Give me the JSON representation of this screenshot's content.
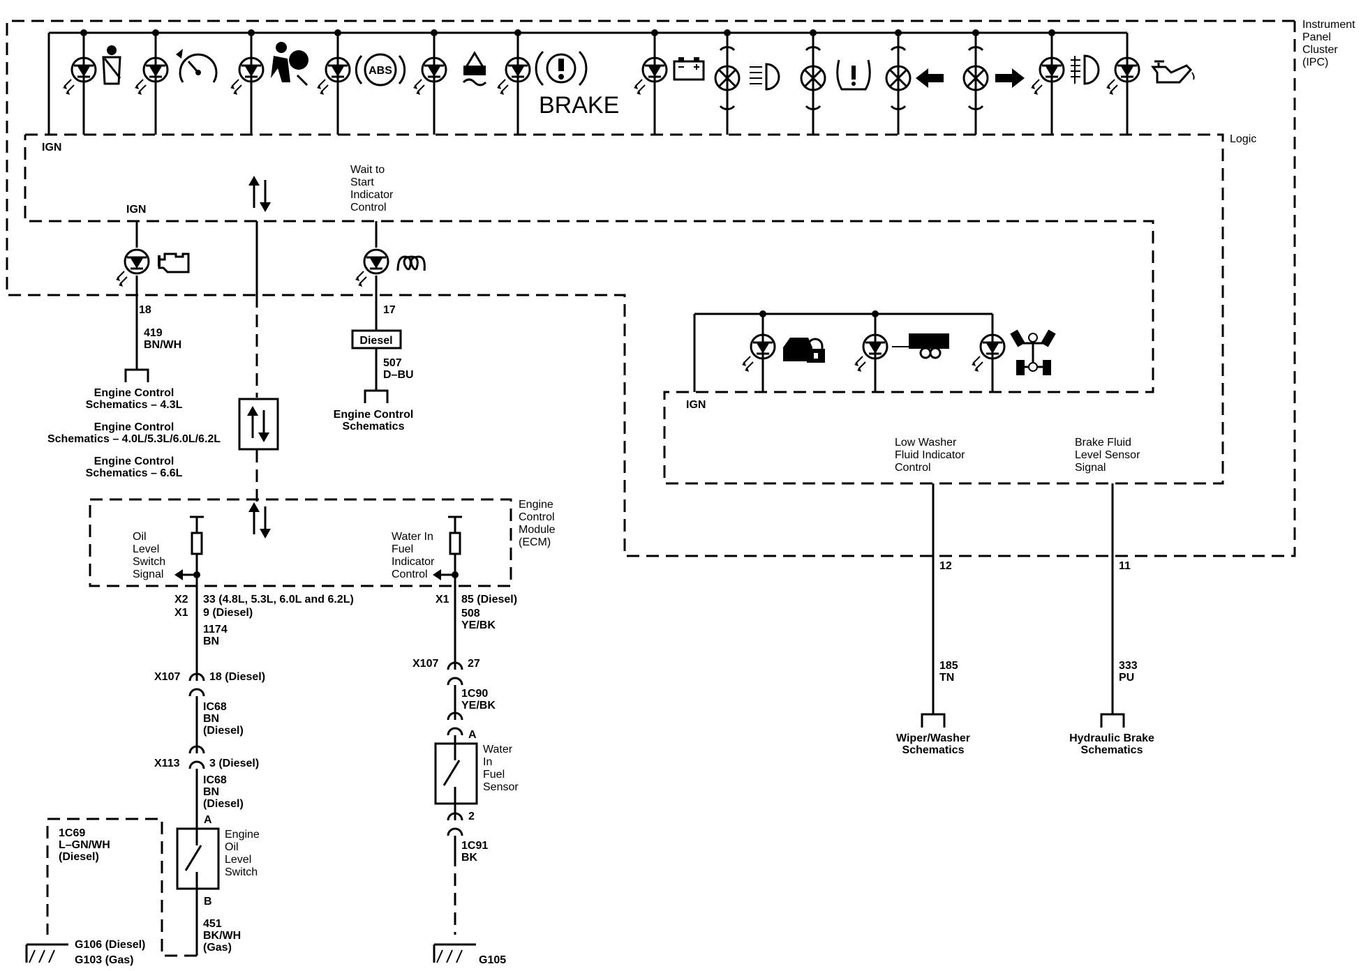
{
  "ipc": {
    "name_lines": [
      "Instrument",
      "Panel",
      "Cluster",
      "(IPC)"
    ],
    "logic": "Logic",
    "ign_top": "IGN",
    "ign_mid": "IGN",
    "ign_right": "IGN",
    "brake_label": "BRAKE",
    "abs_label": "ABS",
    "wts_lines": [
      "Wait to",
      "Start",
      "Indicator",
      "Control"
    ],
    "low_washer_lines": [
      "Low Washer",
      "Fluid Indicator",
      "Control"
    ],
    "brake_fluid_lines": [
      "Brake Fluid",
      "Level Sensor",
      "Signal"
    ]
  },
  "indicators": [
    "seatbelt-icon",
    "speedometer-icon",
    "airbag-icon",
    "abs-icon",
    "stability-icon",
    "brake-warning-icon",
    "battery-icon",
    "headlamp-icon",
    "tire-pressure-icon",
    "left-turn-arrow-icon",
    "right-turn-arrow-icon",
    "fog-lamp-icon",
    "oil-can-icon",
    "check-engine-icon",
    "glow-plug-icon",
    "security-icon",
    "tow-haul-icon",
    "four-wheel-drive-icon"
  ],
  "ecm": {
    "name_lines": [
      "Engine",
      "Control",
      "Module",
      "(ECM)"
    ],
    "oil_lines": [
      "Oil",
      "Level",
      "Switch",
      "Signal"
    ],
    "wif_lines": [
      "Water In",
      "Fuel",
      "Indicator",
      "Control"
    ]
  },
  "circuits": {
    "pin18": "18",
    "c419": [
      "419",
      "BN/WH"
    ],
    "ec43": [
      "Engine Control",
      "Schematics – 4.3L"
    ],
    "ec40": [
      "Engine Control",
      "Schematics – 4.0L/5.3L/6.0L/6.2L"
    ],
    "ec66": [
      "Engine Control",
      "Schematics – 6.6L"
    ],
    "pin17": "17",
    "diesel_box": "Diesel",
    "c507": [
      "507",
      "D–BU"
    ],
    "ecs": [
      "Engine Control",
      "Schematics"
    ],
    "x2": "X2",
    "x1a": "X1",
    "pin33": "33 (4.8L, 5.3L, 6.0L and 6.2L)",
    "pin9": "9 (Diesel)",
    "c1174": [
      "1174",
      "BN"
    ],
    "x107a": "X107",
    "pin18d": "18 (Diesel)",
    "ic68a": [
      "IC68",
      "BN",
      "(Diesel)"
    ],
    "x113": "X113",
    "pin3d": "3 (Diesel)",
    "ic68b": [
      "IC68",
      "BN",
      "(Diesel)"
    ],
    "pinA1": "A",
    "eols": [
      "Engine",
      "Oil",
      "Level",
      "Switch"
    ],
    "pinB": "B",
    "c451": [
      "451",
      "BK/WH",
      "(Gas)"
    ],
    "c1c69": [
      "1C69",
      "L–GN/WH",
      "(Diesel)"
    ],
    "g106": "G106 (Diesel)",
    "g103": "G103 (Gas)",
    "x1b": "X1",
    "pin85": "85 (Diesel)",
    "c508": [
      "508",
      "YE/BK"
    ],
    "x107b": "X107",
    "pin27": "27",
    "c1c90": [
      "1C90",
      "YE/BK"
    ],
    "pinA2": "A",
    "wifs": [
      "Water",
      "In",
      "Fuel",
      "Sensor"
    ],
    "pin2": "2",
    "c1c91": [
      "1C91",
      "BK"
    ],
    "g105": "G105",
    "pin12": "12",
    "c185": [
      "185",
      "TN"
    ],
    "wiper": [
      "Wiper/Washer",
      "Schematics"
    ],
    "pin11": "11",
    "c333": [
      "333",
      "PU"
    ],
    "hbs": [
      "Hydraulic Brake",
      "Schematics"
    ]
  }
}
